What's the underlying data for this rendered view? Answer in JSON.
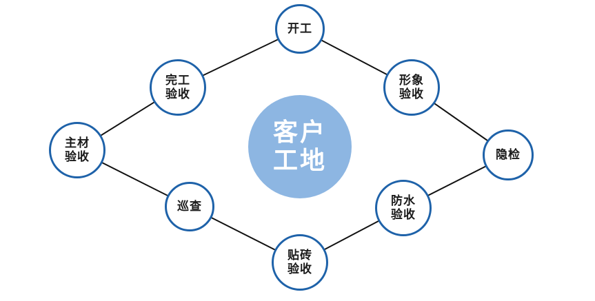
{
  "diagram": {
    "title": "customer worksite process cycle",
    "center_node": {
      "label": "客户\n工地",
      "fill_color": "#8db6e2",
      "text_color": "#ffffff"
    },
    "nodes": [
      {
        "name": "start",
        "label": "开工"
      },
      {
        "name": "image-acceptance",
        "label": "形象\n验收"
      },
      {
        "name": "hidden-inspection",
        "label": "隐检"
      },
      {
        "name": "waterproof-acceptance",
        "label": "防水\n验收"
      },
      {
        "name": "tiling-acceptance",
        "label": "贴砖\n验收"
      },
      {
        "name": "patrol",
        "label": "巡查"
      },
      {
        "name": "material-acceptance",
        "label": "主材\n验收"
      },
      {
        "name": "completion-acceptance",
        "label": "完工\n验收"
      }
    ],
    "colors": {
      "node_border": "#1e62a9",
      "connector": "#111111",
      "node_text": "#1a1a1a"
    }
  }
}
